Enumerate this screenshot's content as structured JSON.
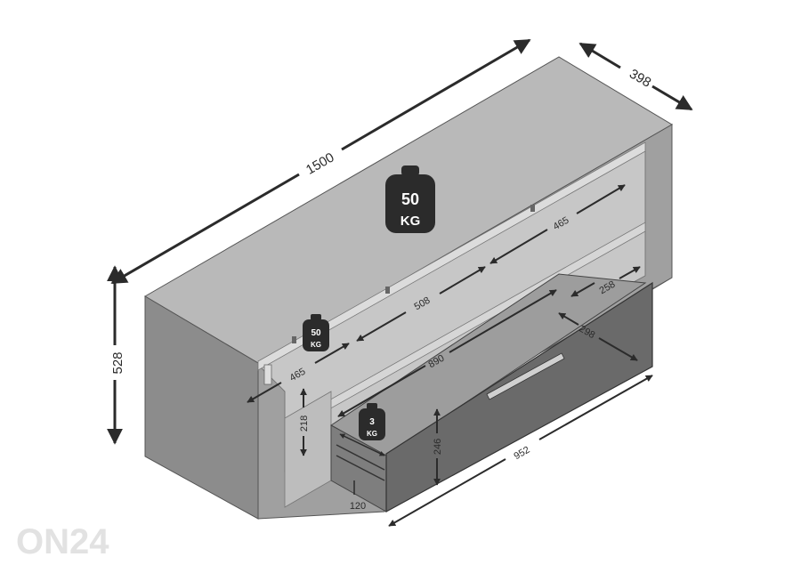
{
  "dimensions": {
    "width": "1500",
    "depth": "398",
    "height": "528",
    "upper_shelf_right": "465",
    "upper_shelf_left": "508",
    "left_shelf": "465",
    "inner_width": "890",
    "side_depth": "258",
    "drawer_depth": "298",
    "left_height": "218",
    "drawer_height": "246",
    "drawer_width": "952",
    "drawer_inner": "120"
  },
  "weights": {
    "top": {
      "value": "50",
      "unit": "KG"
    },
    "shelf": {
      "value": "50",
      "unit": "KG"
    },
    "drawer": {
      "value": "3",
      "unit": "KG"
    }
  },
  "watermark": "ON24",
  "colors": {
    "body": "#9a9a9a",
    "front": "#8a8a8a",
    "top": "#b9b9b9",
    "inner": "#c4c4c4",
    "drawer_front": "#6a6a6a",
    "weight": "#2b2b2b",
    "line": "#2b2b2b"
  }
}
